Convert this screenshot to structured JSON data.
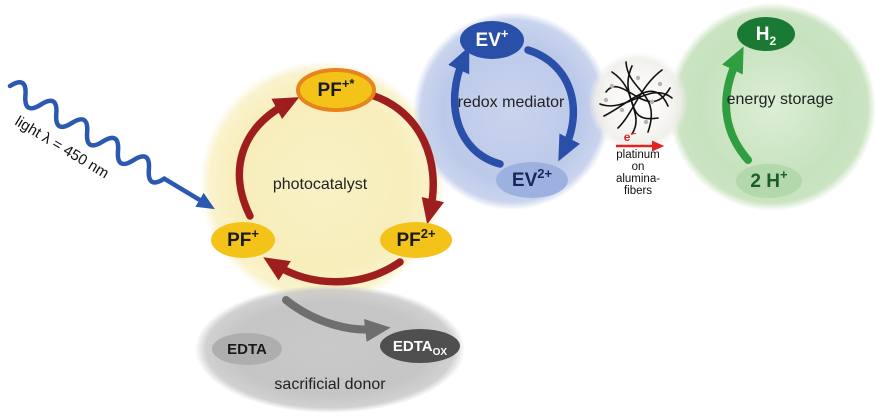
{
  "light": {
    "label": "light λ = 450 nm"
  },
  "regions": {
    "photocatalyst": {
      "label": "photocatalyst"
    },
    "redox_mediator": {
      "label": "redox mediator"
    },
    "energy_storage": {
      "label": "energy storage"
    },
    "sacrificial_donor": {
      "label": "sacrificial donor"
    },
    "catalyst": {
      "lines": [
        "platinum",
        "on",
        "alumina-",
        "fibers"
      ]
    }
  },
  "nodes": {
    "pf_excited": {
      "base": "PF",
      "sup": "+*"
    },
    "pf_plus": {
      "base": "PF",
      "sup": "+"
    },
    "pf_2plus": {
      "base": "PF",
      "sup": "2+"
    },
    "ev_plus": {
      "base": "EV",
      "sup": "+"
    },
    "ev_2plus": {
      "base": "EV",
      "sup": "2+"
    },
    "h2": {
      "base": "H",
      "sub": "2"
    },
    "protons": {
      "base": "2 H",
      "sup": "+"
    },
    "edta": {
      "base": "EDTA"
    },
    "edta_ox": {
      "base": "EDTA",
      "sub": "OX"
    }
  },
  "electron": {
    "base": "e",
    "sup": "−"
  },
  "palette": {
    "photocatalyst_fill": "#f8eebb",
    "redox_fill": "#bcc9e9",
    "energy_fill": "#c6e2bd",
    "donor_fill": "#c5c5c5",
    "gold_node": "#f4c319",
    "gold_node_stroke": "#e8831d",
    "dark_red_arrow": "#9e1e1e",
    "blue_arrow": "#2a4fa8",
    "ev_plus_fill": "#2a4fa8",
    "ev_2plus_fill": "#9db1e0",
    "h2_fill": "#1a7a33",
    "protons_fill": "#b2d8ac",
    "green_arrow": "#2f9e41",
    "gray_arrow": "#6e6e6e",
    "edta_fill": "#aeaeae",
    "edta_ox_fill": "#4f4f4f",
    "electron_red": "#e02424",
    "light_arrow_blue": "#2b59b0"
  }
}
